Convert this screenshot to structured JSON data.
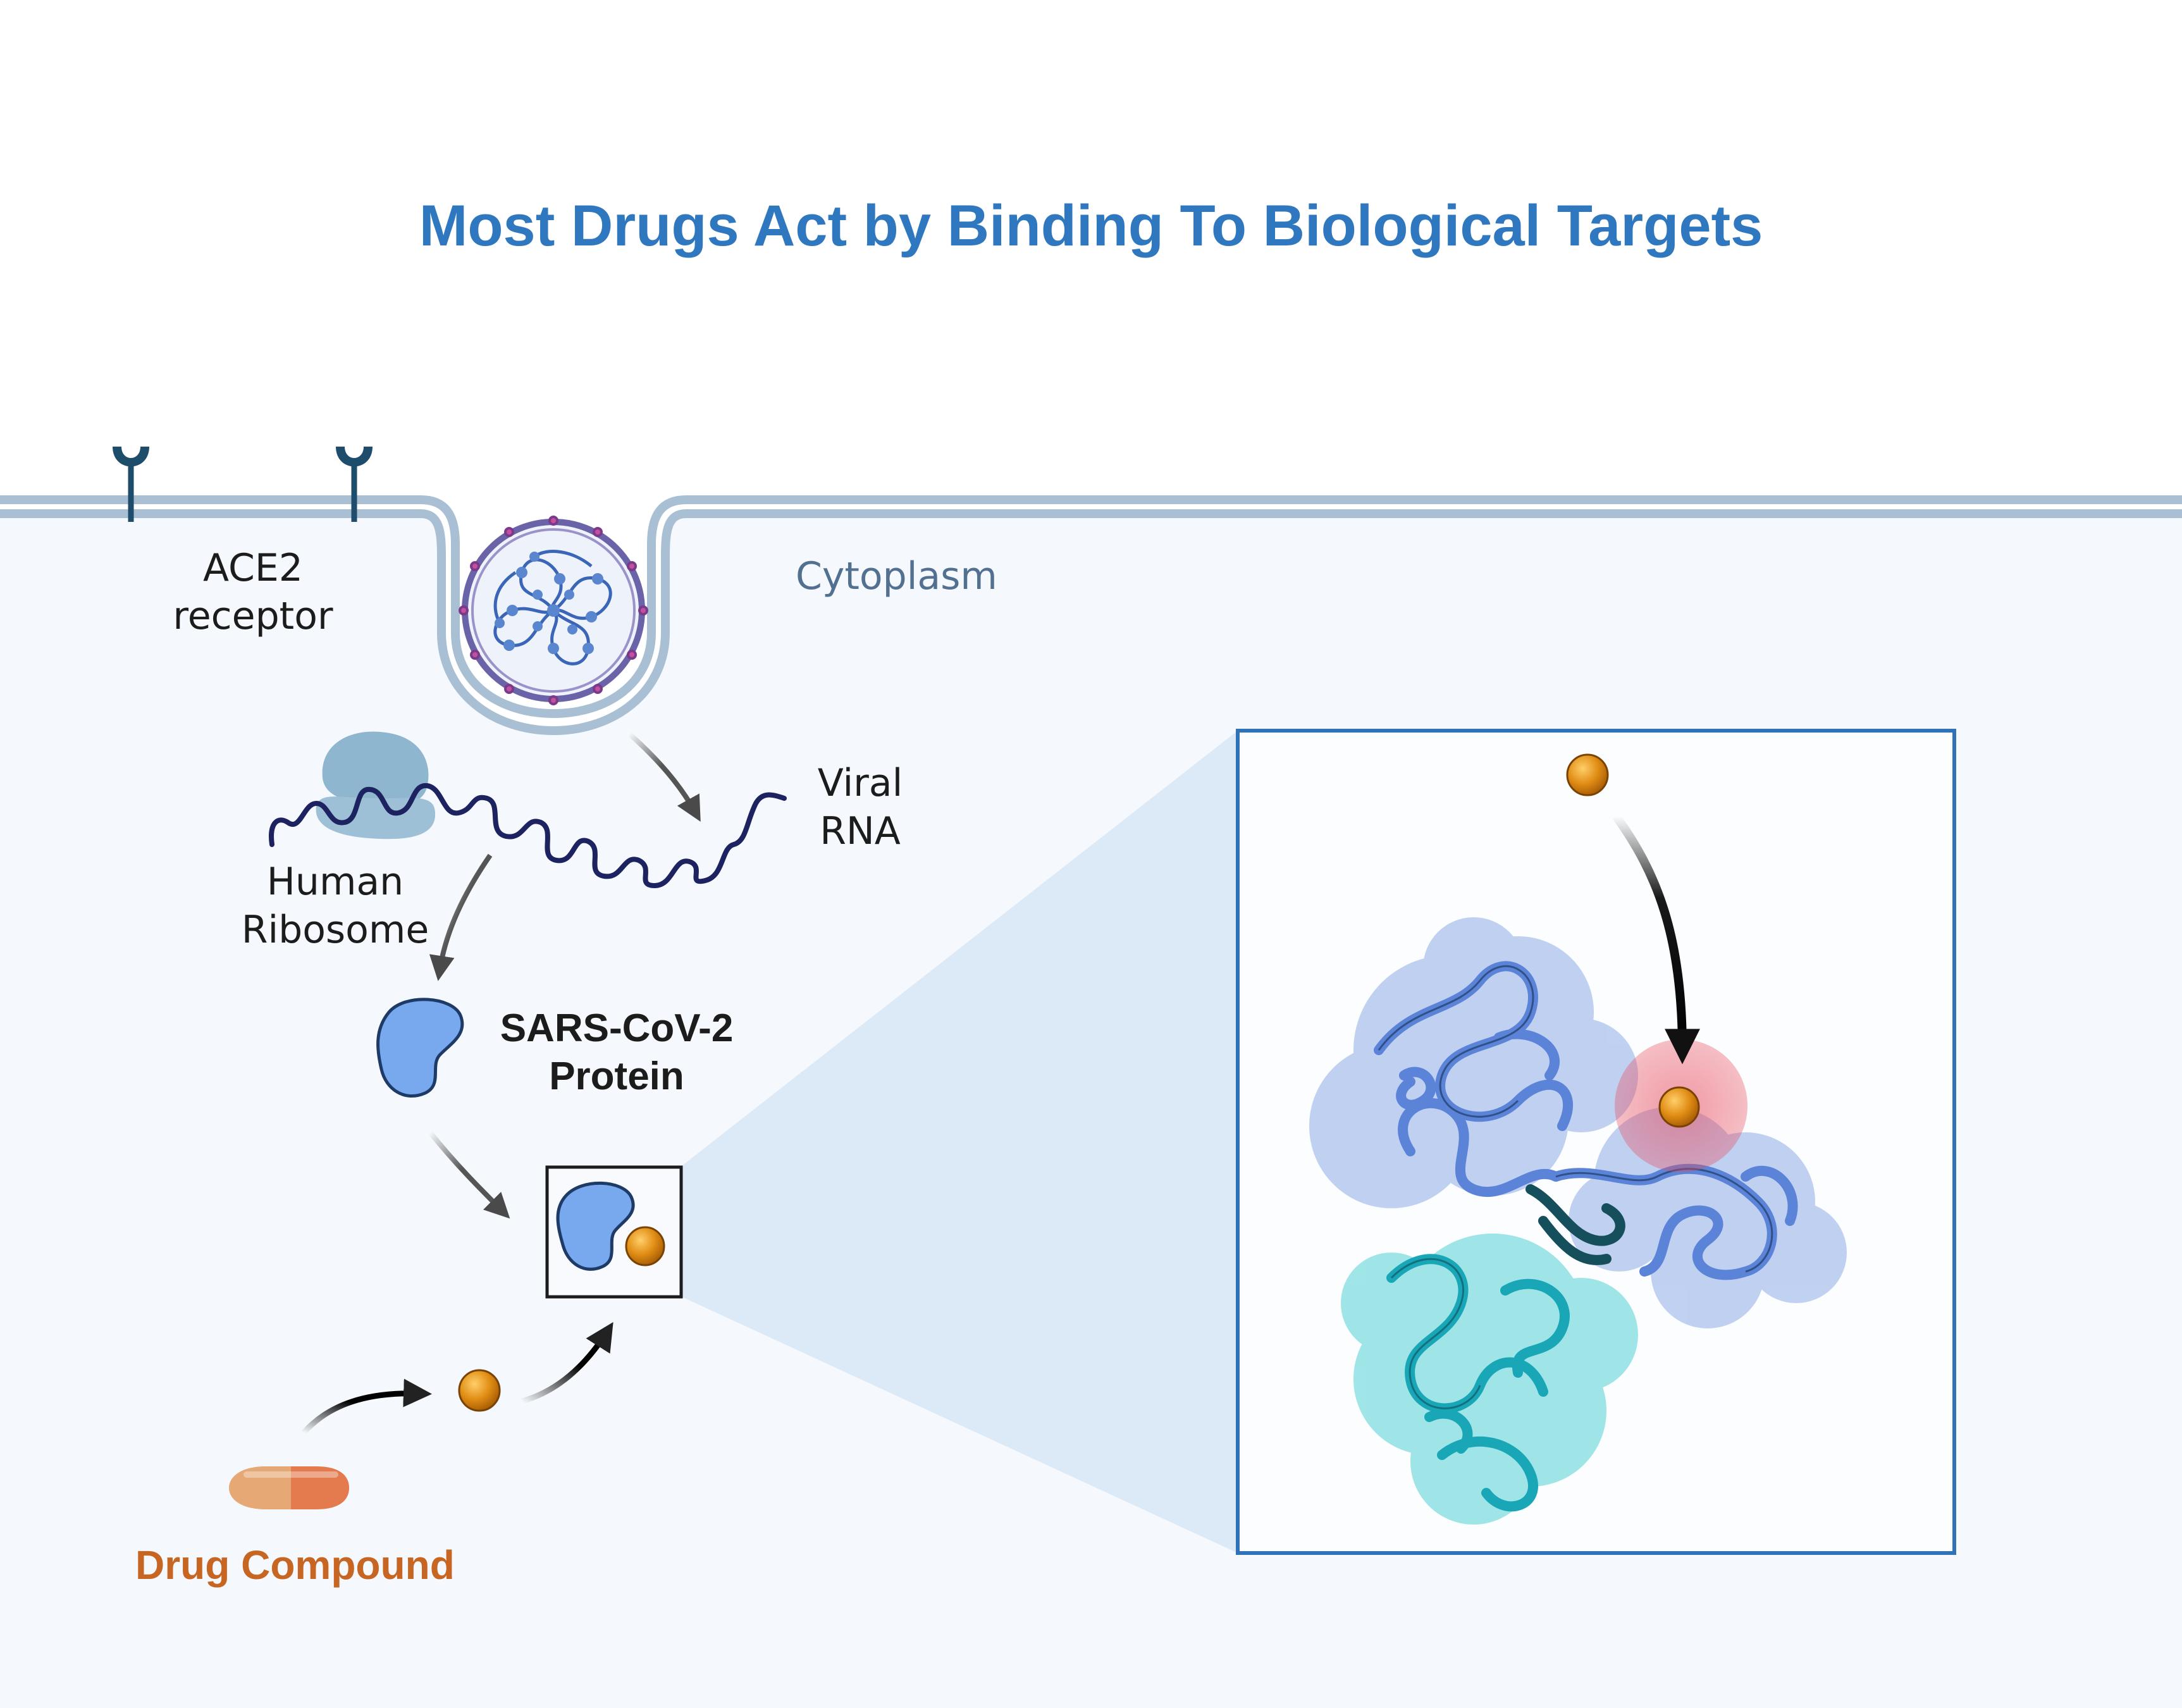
{
  "title": "Most Drugs Act by Binding To Biological Targets",
  "labels": {
    "ace2_line1": "ACE2",
    "ace2_line2": "receptor",
    "cytoplasm": "Cytoplasm",
    "viral_line1": "Viral",
    "viral_line2": "RNA",
    "ribosome_line1": "Human",
    "ribosome_line2": "Ribosome",
    "protein_line1": "SARS-CoV-2",
    "protein_line2": "Protein",
    "drug": "Drug Compound"
  },
  "colors": {
    "title": "#2f78c0",
    "membrane": "#a9bfd3",
    "cytoplasm_bg": "#f5f8fc",
    "receptor": "#1e4d6b",
    "ribosome": "#8fb6cf",
    "rna": "#1d2260",
    "protein": "#78a8ee",
    "drug_sphere": "#d4800e",
    "capsule_left": "#e6a874",
    "capsule_right": "#e37b4f",
    "drug_label": "#c76622",
    "zoom_frame": "#2f72b8",
    "binding_site": "#e05a5a",
    "chain_a": "#5b84d8",
    "chain_b": "#19a7b8"
  },
  "icons": [
    "ace2-receptor-icon",
    "virus-icon",
    "ribosome-icon",
    "rna-strand-icon",
    "protein-icon",
    "drug-sphere-icon",
    "capsule-icon",
    "protein-structure-icon"
  ]
}
